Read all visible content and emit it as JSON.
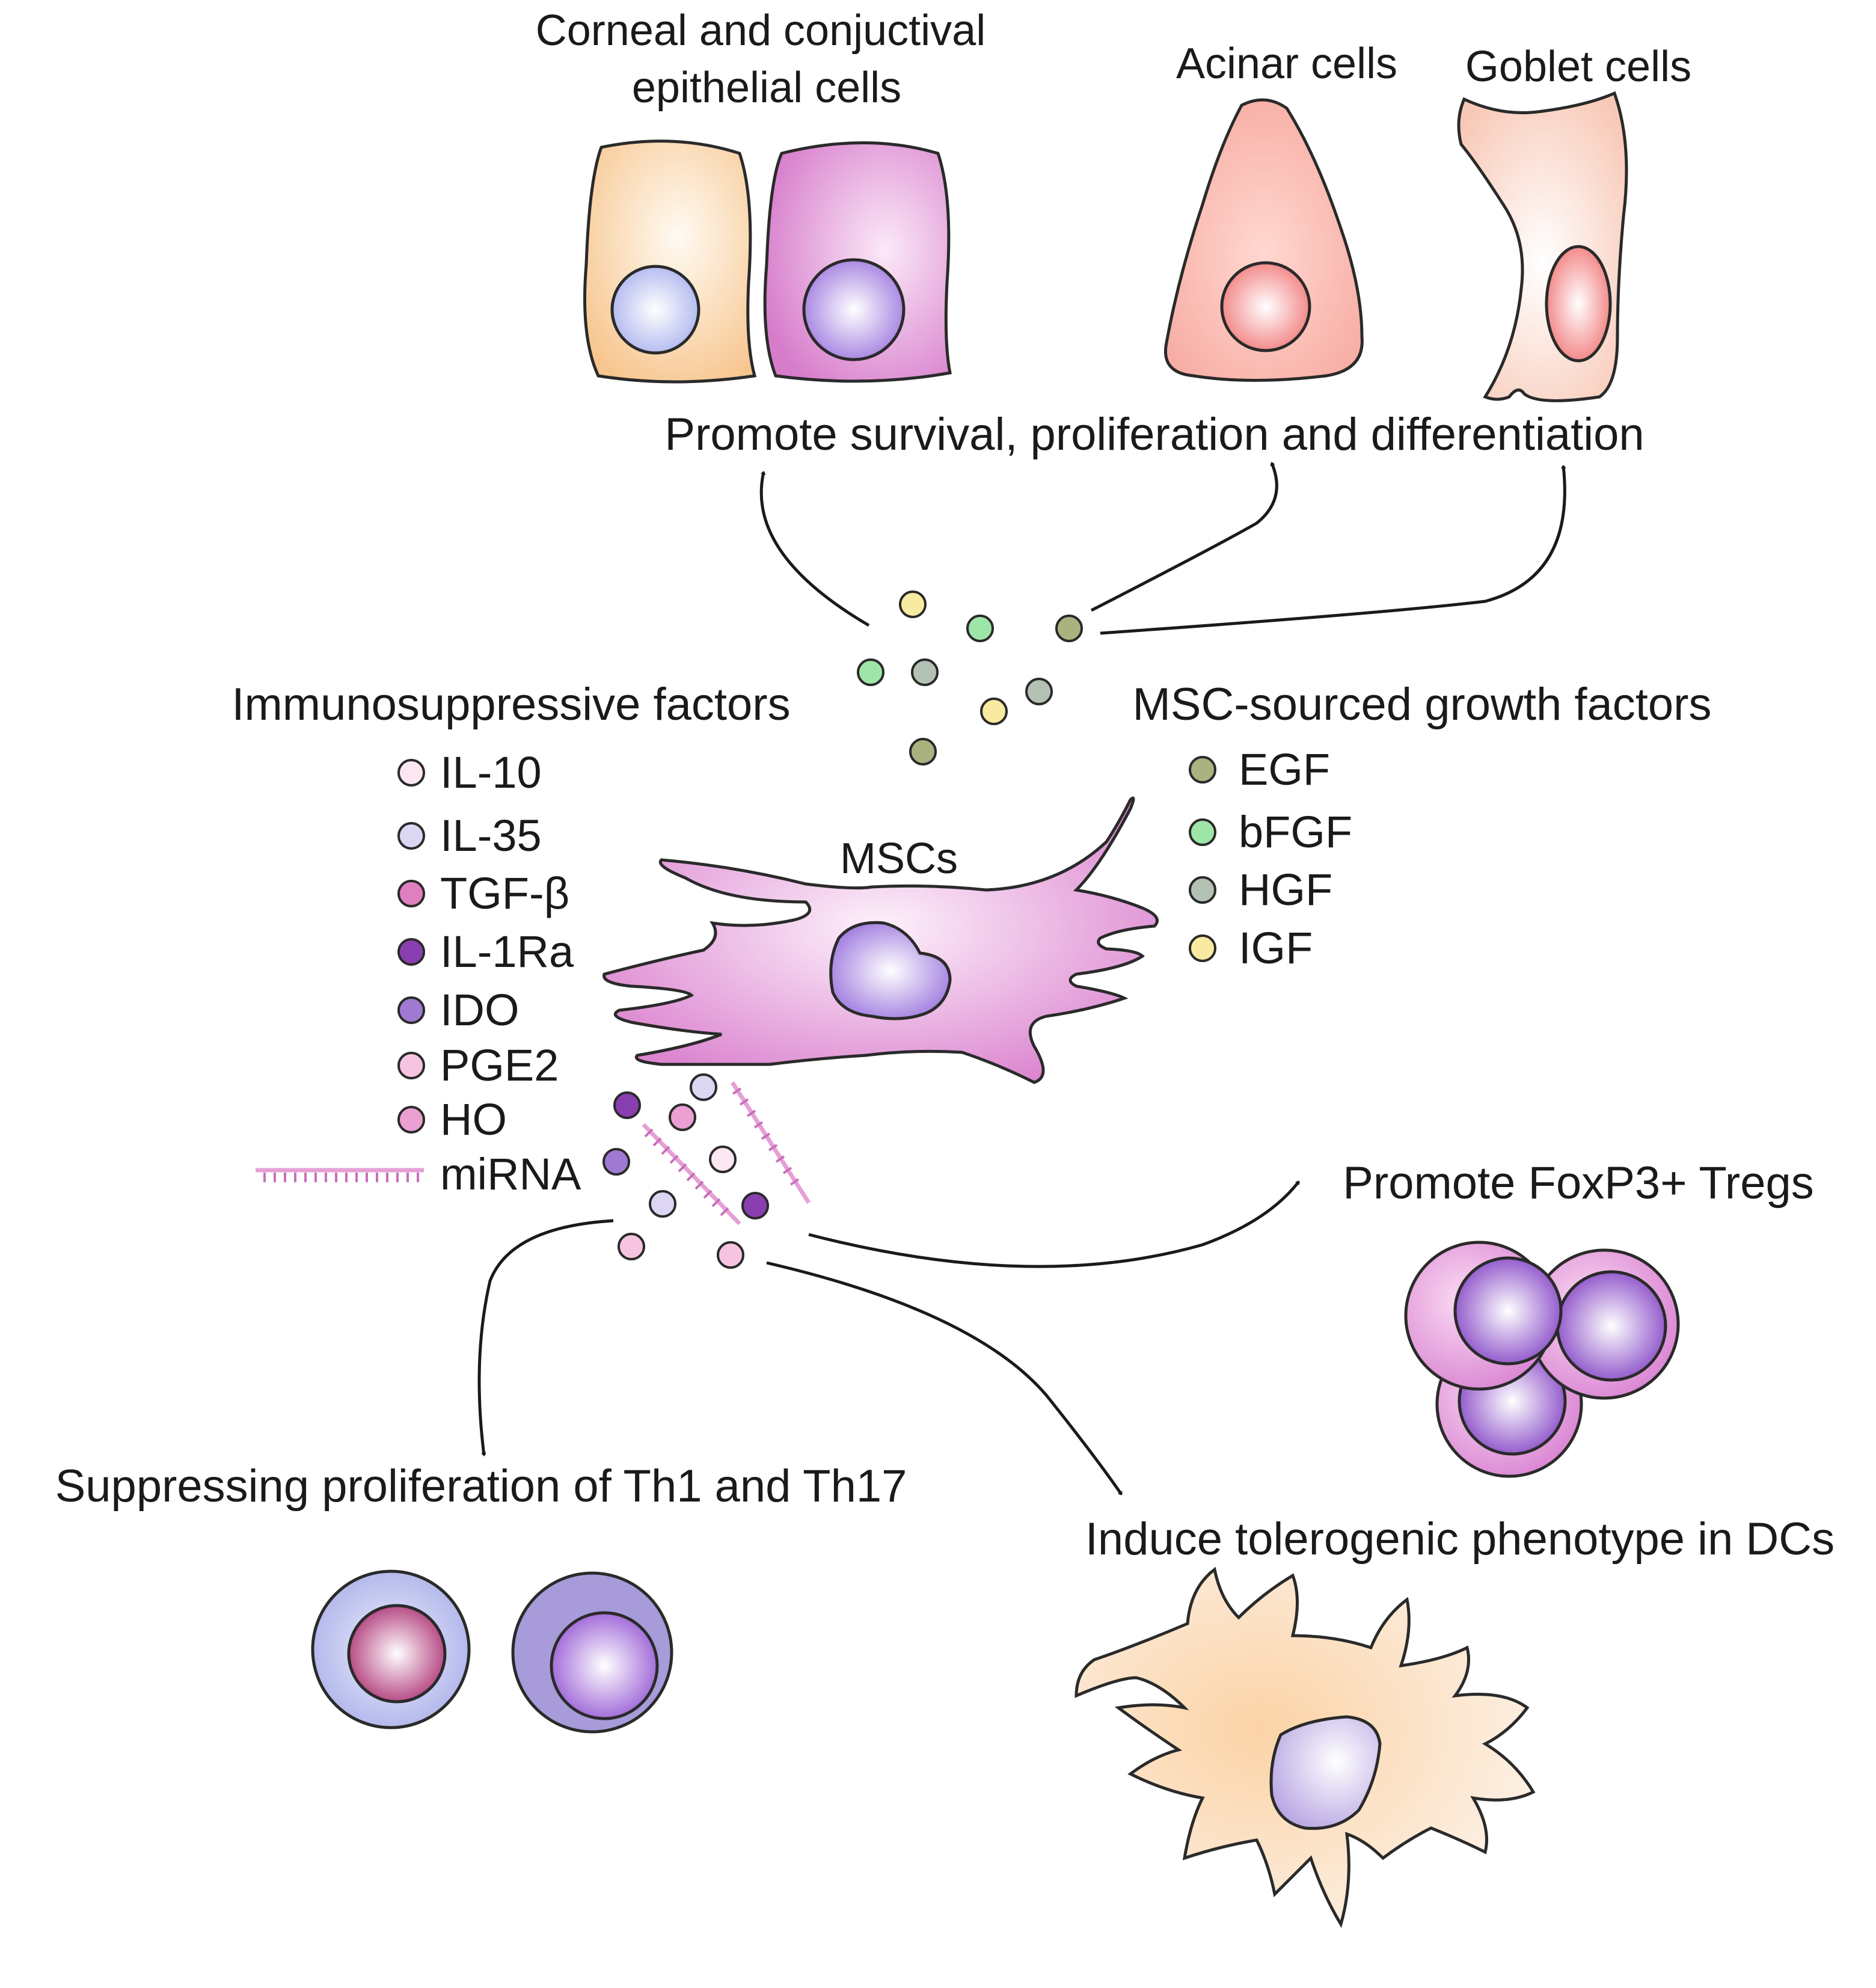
{
  "labels": {
    "corneal_line1": "Corneal and conjuctival",
    "corneal_line2": "epithelial cells",
    "acinar": "Acinar cells",
    "goblet": "Goblet cells",
    "promote_survival": "Promote survival, proliferation and differentiation",
    "immunosuppressive_title": "Immunosuppressive factors",
    "growth_factors_title": "MSC-sourced growth factors",
    "mscs": "MSCs",
    "promote_tregs": "Promote FoxP3+ Tregs",
    "suppress_th": "Suppressing proliferation of Th1 and Th17",
    "induce_dcs": "Induce tolerogenic phenotype in DCs"
  },
  "immunosuppressive_factors": [
    {
      "label": "IL-10",
      "color": "#fbe6f2"
    },
    {
      "label": "IL-35",
      "color": "#ddd6f3"
    },
    {
      "label": "TGF-β",
      "color": "#e07fc0"
    },
    {
      "label": "IL-1Ra",
      "color": "#8a3fb0"
    },
    {
      "label": "IDO",
      "color": "#a07ad2"
    },
    {
      "label": "PGE2",
      "color": "#f6c4e0"
    },
    {
      "label": "HO",
      "color": "#ec9fd3"
    },
    {
      "label": "miRNA",
      "color": "#e6a0d6"
    }
  ],
  "growth_factors": [
    {
      "label": "EGF",
      "color": "#a9b37f"
    },
    {
      "label": "bFGF",
      "color": "#9ee6a8"
    },
    {
      "label": "HGF",
      "color": "#b3c2b4"
    },
    {
      "label": "IGF",
      "color": "#f8eaa0"
    }
  ]
}
